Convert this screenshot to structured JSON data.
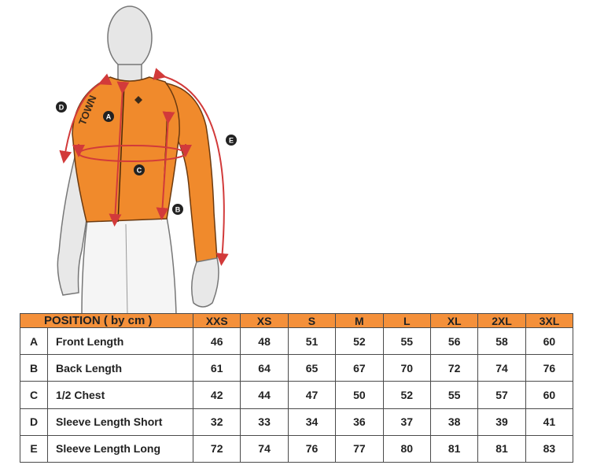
{
  "figure": {
    "brand_mark": "TOWN",
    "markers": [
      "A",
      "B",
      "C",
      "D",
      "E"
    ],
    "colors": {
      "jersey": "#f08a2c",
      "arrow": "#d23a3a",
      "skin": "#e8e8e8",
      "marker": "#222222"
    }
  },
  "table": {
    "position_header": "POSITION ( by cm )",
    "sizes": [
      "XXS",
      "XS",
      "S",
      "M",
      "L",
      "XL",
      "2XL",
      "3XL"
    ],
    "rows": [
      {
        "letter": "A",
        "name": "Front Length",
        "values": [
          "46",
          "48",
          "51",
          "52",
          "55",
          "56",
          "58",
          "60"
        ]
      },
      {
        "letter": "B",
        "name": "Back Length",
        "values": [
          "61",
          "64",
          "65",
          "67",
          "70",
          "72",
          "74",
          "76"
        ]
      },
      {
        "letter": "C",
        "name": "1/2 Chest",
        "values": [
          "42",
          "44",
          "47",
          "50",
          "52",
          "55",
          "57",
          "60"
        ]
      },
      {
        "letter": "D",
        "name": "Sleeve Length Short",
        "values": [
          "32",
          "33",
          "34",
          "36",
          "37",
          "38",
          "39",
          "41"
        ]
      },
      {
        "letter": "E",
        "name": "Sleeve Length Long",
        "values": [
          "72",
          "74",
          "76",
          "77",
          "80",
          "81",
          "81",
          "83"
        ]
      }
    ],
    "colors": {
      "header_bg": "#f4903a",
      "border": "#4a4a4a"
    }
  }
}
